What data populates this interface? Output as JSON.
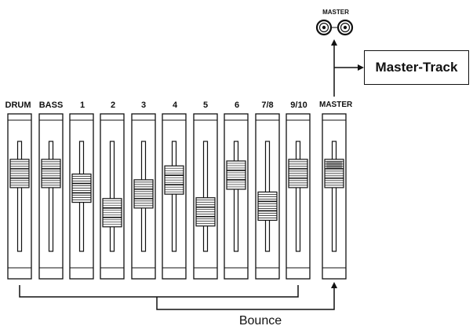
{
  "channels": [
    {
      "label": "DRUM",
      "fader_level": 0.78
    },
    {
      "label": "BASS",
      "fader_level": 0.78
    },
    {
      "label": "1",
      "fader_level": 0.6
    },
    {
      "label": "2",
      "fader_level": 0.3
    },
    {
      "label": "3",
      "fader_level": 0.53
    },
    {
      "label": "4",
      "fader_level": 0.7
    },
    {
      "label": "5",
      "fader_level": 0.31
    },
    {
      "label": "6",
      "fader_level": 0.76
    },
    {
      "label": "7/8",
      "fader_level": 0.38
    },
    {
      "label": "9/10",
      "fader_level": 0.78
    }
  ],
  "master": {
    "label": "MASTER",
    "fader_level": 0.78
  },
  "output": {
    "jack_label": "MASTER",
    "track_label": "Master-Track"
  },
  "bounce_label": "Bounce",
  "colors": {
    "line": "#111111",
    "fader_body": "#ffffff",
    "cap_fill": "#ffffff",
    "master_cap_shade": "#9a9a9a"
  }
}
